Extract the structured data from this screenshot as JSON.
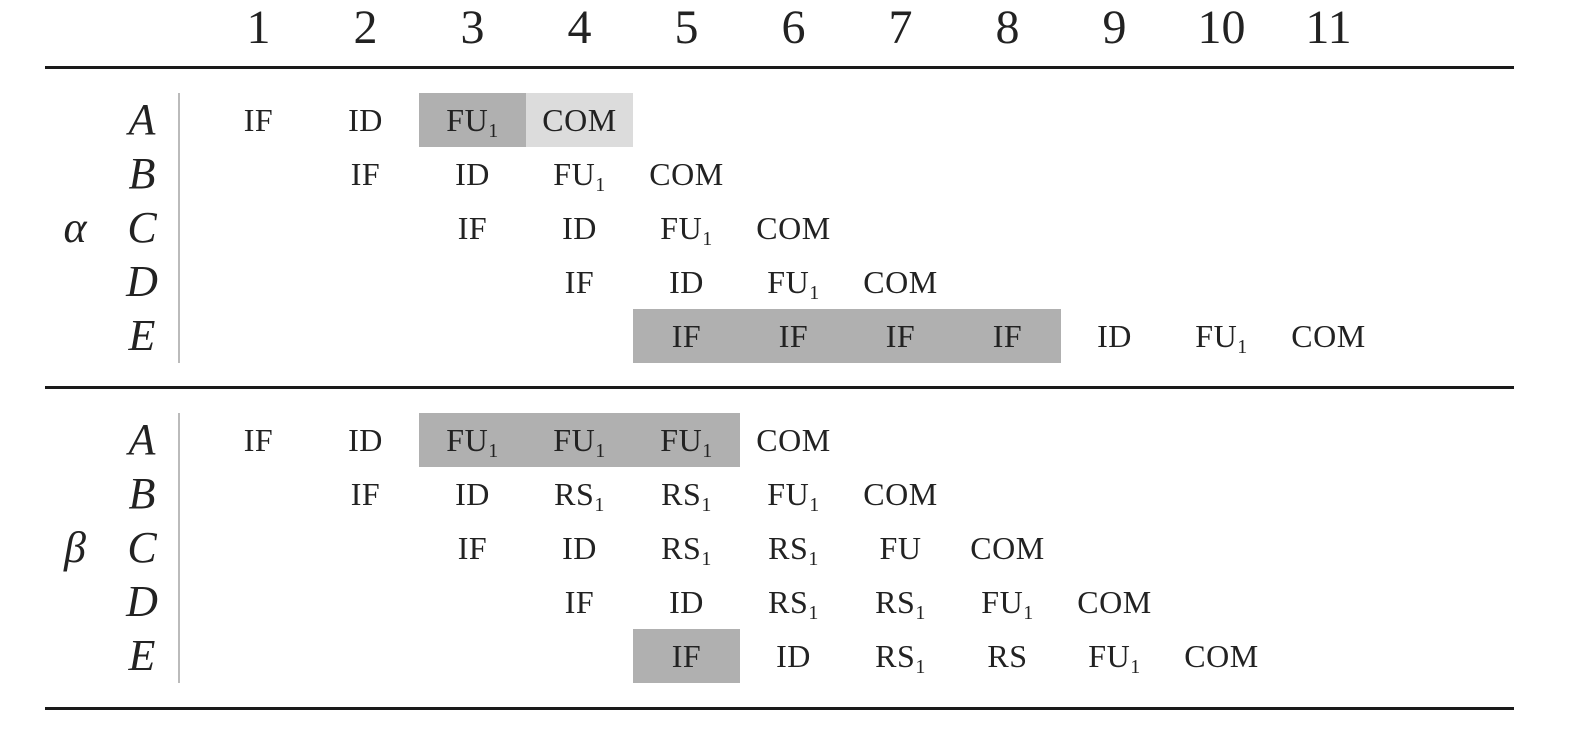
{
  "columns": [
    "1",
    "2",
    "3",
    "4",
    "5",
    "6",
    "7",
    "8",
    "9",
    "10",
    "11"
  ],
  "groups": [
    {
      "label": "α",
      "rows": [
        {
          "label": "A",
          "cells": [
            {
              "col": 1,
              "text": "IF"
            },
            {
              "col": 2,
              "text": "ID"
            },
            {
              "col": 3,
              "text": "FU",
              "sub": "1",
              "highlight": "dark"
            },
            {
              "col": 4,
              "text": "COM",
              "highlight": "light"
            }
          ]
        },
        {
          "label": "B",
          "cells": [
            {
              "col": 2,
              "text": "IF"
            },
            {
              "col": 3,
              "text": "ID"
            },
            {
              "col": 4,
              "text": "FU",
              "sub": "1"
            },
            {
              "col": 5,
              "text": "COM"
            }
          ]
        },
        {
          "label": "C",
          "cells": [
            {
              "col": 3,
              "text": "IF"
            },
            {
              "col": 4,
              "text": "ID"
            },
            {
              "col": 5,
              "text": "FU",
              "sub": "1"
            },
            {
              "col": 6,
              "text": "COM"
            }
          ]
        },
        {
          "label": "D",
          "cells": [
            {
              "col": 4,
              "text": "IF"
            },
            {
              "col": 5,
              "text": "ID"
            },
            {
              "col": 6,
              "text": "FU",
              "sub": "1"
            },
            {
              "col": 7,
              "text": "COM"
            }
          ]
        },
        {
          "label": "E",
          "cells": [
            {
              "col": 5,
              "text": "IF",
              "highlight": "dark"
            },
            {
              "col": 6,
              "text": "IF",
              "highlight": "dark"
            },
            {
              "col": 7,
              "text": "IF",
              "highlight": "dark"
            },
            {
              "col": 8,
              "text": "IF",
              "highlight": "dark"
            },
            {
              "col": 9,
              "text": "ID"
            },
            {
              "col": 10,
              "text": "FU",
              "sub": "1"
            },
            {
              "col": 11,
              "text": "COM"
            }
          ]
        }
      ]
    },
    {
      "label": "β",
      "rows": [
        {
          "label": "A",
          "cells": [
            {
              "col": 1,
              "text": "IF"
            },
            {
              "col": 2,
              "text": "ID"
            },
            {
              "col": 3,
              "text": "FU",
              "sub": "1",
              "highlight": "dark"
            },
            {
              "col": 4,
              "text": "FU",
              "sub": "1",
              "highlight": "dark"
            },
            {
              "col": 5,
              "text": "FU",
              "sub": "1",
              "highlight": "dark"
            },
            {
              "col": 6,
              "text": "COM"
            }
          ]
        },
        {
          "label": "B",
          "cells": [
            {
              "col": 2,
              "text": "IF"
            },
            {
              "col": 3,
              "text": "ID"
            },
            {
              "col": 4,
              "text": "RS",
              "sub": "1"
            },
            {
              "col": 5,
              "text": "RS",
              "sub": "1"
            },
            {
              "col": 6,
              "text": "FU",
              "sub": "1"
            },
            {
              "col": 7,
              "text": "COM"
            }
          ]
        },
        {
          "label": "C",
          "cells": [
            {
              "col": 3,
              "text": "IF"
            },
            {
              "col": 4,
              "text": "ID"
            },
            {
              "col": 5,
              "text": "RS",
              "sub": "1"
            },
            {
              "col": 6,
              "text": "RS",
              "sub": "1"
            },
            {
              "col": 7,
              "text": "FU"
            },
            {
              "col": 8,
              "text": "COM"
            }
          ]
        },
        {
          "label": "D",
          "cells": [
            {
              "col": 4,
              "text": "IF"
            },
            {
              "col": 5,
              "text": "ID"
            },
            {
              "col": 6,
              "text": "RS",
              "sub": "1"
            },
            {
              "col": 7,
              "text": "RS",
              "sub": "1"
            },
            {
              "col": 8,
              "text": "FU",
              "sub": "1"
            },
            {
              "col": 9,
              "text": "COM"
            }
          ]
        },
        {
          "label": "E",
          "cells": [
            {
              "col": 5,
              "text": "IF",
              "highlight": "dark"
            },
            {
              "col": 6,
              "text": "ID"
            },
            {
              "col": 7,
              "text": "RS",
              "sub": "1"
            },
            {
              "col": 8,
              "text": "RS"
            },
            {
              "col": 9,
              "text": "FU",
              "sub": "1"
            },
            {
              "col": 10,
              "text": "COM"
            }
          ]
        }
      ]
    }
  ],
  "colors": {
    "highlight_dark": "#b0b0b0",
    "highlight_light": "#dcdcdc",
    "rule": "#1a1a1a"
  }
}
